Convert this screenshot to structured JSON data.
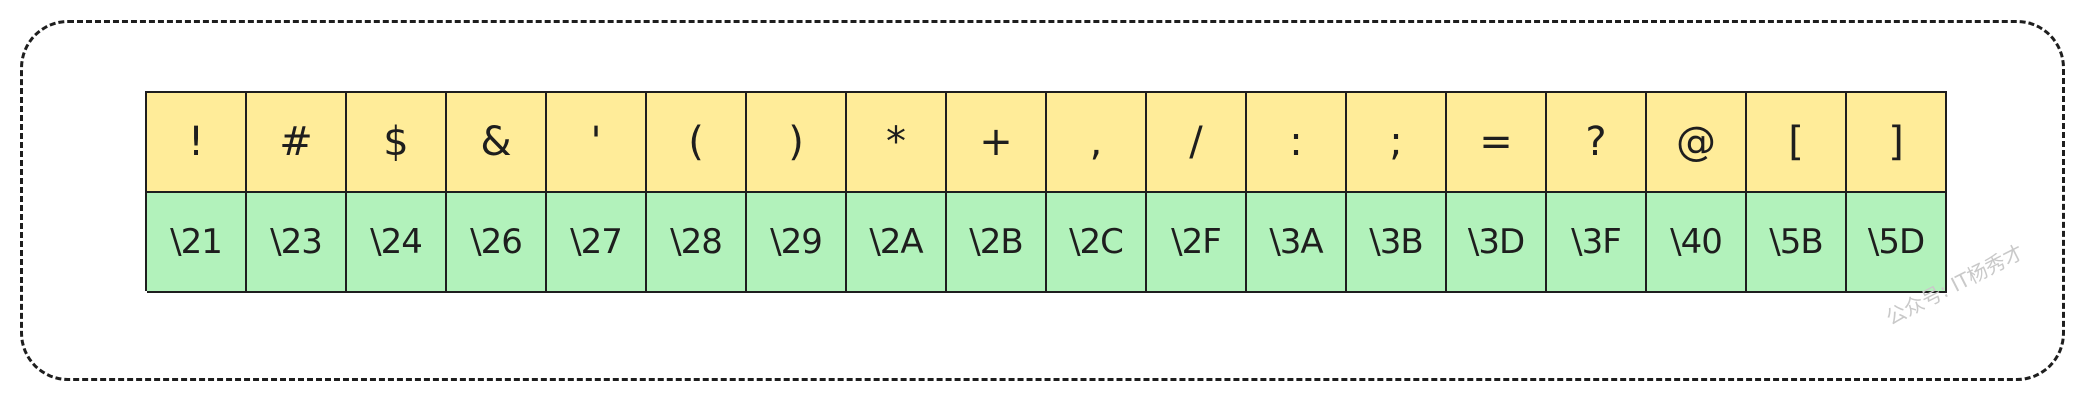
{
  "table": {
    "characters": [
      "!",
      "#",
      "$",
      "&",
      "'",
      "(",
      ")",
      "*",
      "+",
      ",",
      "/",
      ":",
      ";",
      "=",
      "?",
      "@",
      "[",
      "]"
    ],
    "codes": [
      "\\21",
      "\\23",
      "\\24",
      "\\26",
      "\\27",
      "\\28",
      "\\29",
      "\\2A",
      "\\2B",
      "\\2C",
      "\\2F",
      "\\3A",
      "\\3B",
      "\\3D",
      "\\3F",
      "\\40",
      "\\5B",
      "\\5D"
    ]
  },
  "watermark": "公众号: IT杨秀才",
  "colors": {
    "character_row": "#ffec99",
    "code_row": "#b2f2bb",
    "stroke": "#1e1e1e"
  }
}
